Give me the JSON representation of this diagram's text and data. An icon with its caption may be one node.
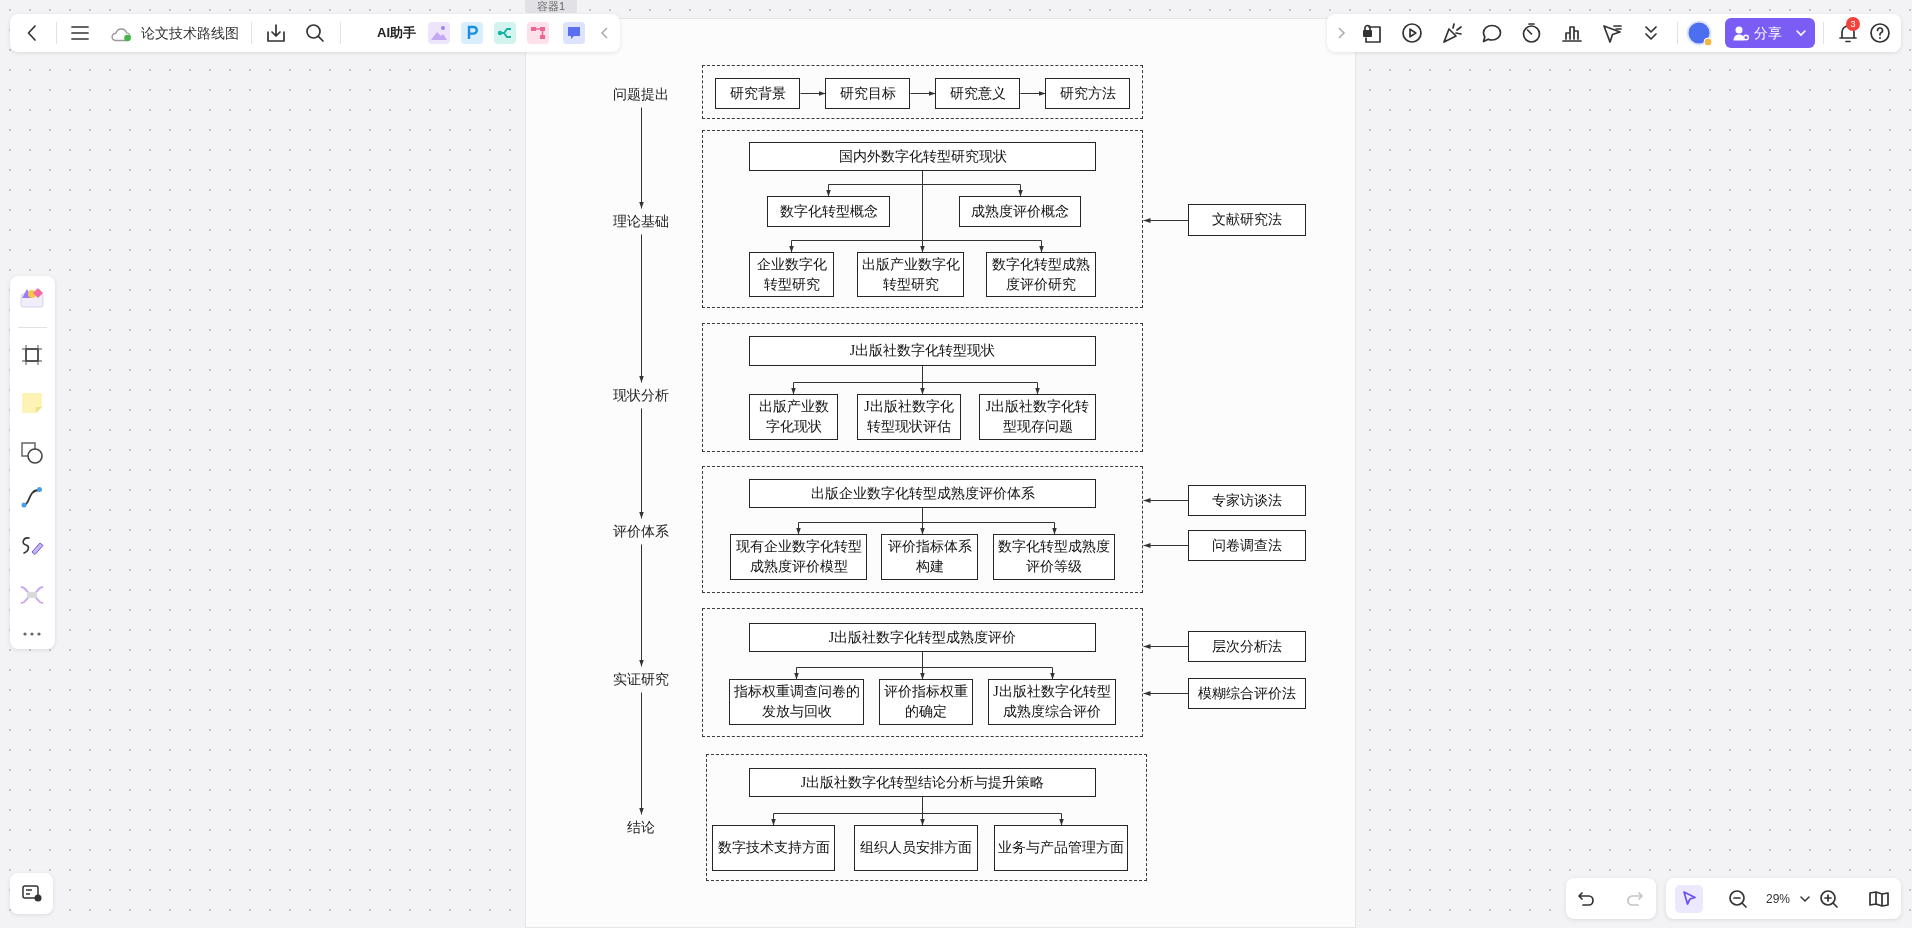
{
  "diagram": {
    "title": "论文技术路线图",
    "nodes": [
      {
        "text": [
          "问题提出"
        ]
      },
      {
        "text": [],
        "shape": "box"
      },
      {
        "text": [
          "研究背景"
        ],
        "in": 1
      },
      {
        "text": [
          "研究目标"
        ],
        "in": 1
      },
      {
        "text": [
          "研究意义"
        ],
        "in": 1
      },
      {
        "text": [
          "研究方法"
        ],
        "in": 1
      },
      {
        "text": [
          "理论基础"
        ]
      },
      {
        "text": [],
        "shape": "box"
      },
      {
        "text": [
          "国内外数字化转型研究现状"
        ],
        "in": 7
      },
      {
        "text": [
          "数字化转型概念"
        ],
        "in": 7
      },
      {
        "text": [
          "成熟度评价概念"
        ],
        "in": 7
      },
      {
        "text": [
          "企业数字化转型研究"
        ],
        "in": 7
      },
      {
        "text": [
          "出版产业数字化转型研究"
        ],
        "in": 7
      },
      {
        "text": [
          "数字化转型成熟度评价研究"
        ],
        "in": 7
      },
      {
        "text": [
          "文献研究法"
        ]
      },
      {
        "text": [
          "现状分析"
        ]
      },
      {
        "text": [],
        "shape": "box"
      },
      {
        "text": [
          "J出版社数字化转型现状"
        ],
        "in": 16
      },
      {
        "text": [
          "出版产业数字化现状"
        ],
        "in": 16
      },
      {
        "text": [
          "J出版社数字化转型现状评估"
        ],
        "in": 16
      },
      {
        "text": [
          "J出版社数字化转型现存问题"
        ],
        "in": 16
      },
      {
        "text": [
          "评价体系"
        ]
      },
      {
        "text": [],
        "shape": "box"
      },
      {
        "text": [
          "出版企业数字化转型成熟度评价体系"
        ],
        "in": 22
      },
      {
        "text": [
          "现有企业数字化转型成熟度评价模型"
        ],
        "in": 22
      },
      {
        "text": [
          "评价指标体系构建"
        ],
        "in": 22
      },
      {
        "text": [
          "数字化转型成熟度评价等级"
        ],
        "in": 22
      },
      {
        "text": [
          "专家访谈法"
        ]
      },
      {
        "text": [
          "问卷调查法"
        ]
      },
      {
        "text": [
          "实证研究"
        ]
      },
      {
        "text": [],
        "shape": "box"
      },
      {
        "text": [
          "J出版社数字化转型成熟度评价"
        ],
        "in": 30
      },
      {
        "text": [
          "指标权重调查问卷的发放与回收"
        ],
        "in": 30
      },
      {
        "text": [
          "评价指标权重的确定"
        ],
        "in": 30
      },
      {
        "text": [
          "J出版社数字化转型成熟度综合评价"
        ],
        "in": 30
      },
      {
        "text": [
          "层次分析法"
        ]
      },
      {
        "text": [
          "模糊综合评价法"
        ]
      },
      {
        "text": [
          "结论"
        ]
      },
      {
        "text": [],
        "shape": "box"
      },
      {
        "text": [
          "J出版社数字化转型结论分析与提升策略"
        ],
        "in": 38
      },
      {
        "text": [
          "数字技术支持方面"
        ],
        "in": 38
      },
      {
        "text": [
          "组织人员安排方面"
        ],
        "in": 38
      },
      {
        "text": [
          "业务与产品管理方面"
        ],
        "in": 38
      }
    ],
    "edges": [
      {
        "from": 0,
        "to": 6,
        "arrow": "to"
      },
      {
        "from": 2,
        "to": 3,
        "arrow": "to"
      },
      {
        "from": 3,
        "to": 4,
        "arrow": "to"
      },
      {
        "from": 4,
        "to": 5,
        "arrow": "to"
      },
      {
        "from": 6,
        "to": 15,
        "arrow": "to"
      },
      {
        "from": 8,
        "to": 9,
        "arrow": "to"
      },
      {
        "from": 8,
        "to": 10,
        "arrow": "to"
      },
      {
        "from": 8,
        "to": 11,
        "arrow": "to"
      },
      {
        "from": 8,
        "to": 12,
        "arrow": "to"
      },
      {
        "from": 8,
        "to": 13,
        "arrow": "to"
      },
      {
        "from": 14,
        "to": 7,
        "arrow": "to"
      },
      {
        "from": 15,
        "to": 21,
        "arrow": "to"
      },
      {
        "from": 17,
        "to": 18,
        "arrow": "to"
      },
      {
        "from": 17,
        "to": 19,
        "arrow": "to"
      },
      {
        "from": 17,
        "to": 20,
        "arrow": "to"
      },
      {
        "from": 21,
        "to": 29,
        "arrow": "to"
      },
      {
        "from": 23,
        "to": 24,
        "arrow": "to"
      },
      {
        "from": 23,
        "to": 25,
        "arrow": "to"
      },
      {
        "from": 23,
        "to": 26,
        "arrow": "to"
      },
      {
        "from": 27,
        "to": 22,
        "arrow": "to"
      },
      {
        "from": 28,
        "to": 22,
        "arrow": "to"
      },
      {
        "from": 29,
        "to": 37,
        "arrow": "to"
      },
      {
        "from": 31,
        "to": 32,
        "arrow": "to"
      },
      {
        "from": 31,
        "to": 33,
        "arrow": "to"
      },
      {
        "from": 31,
        "to": 34,
        "arrow": "to"
      },
      {
        "from": 35,
        "to": 30,
        "arrow": "to"
      },
      {
        "from": 36,
        "to": 30,
        "arrow": "to"
      },
      {
        "from": 39,
        "to": 40,
        "arrow": "to"
      },
      {
        "from": 39,
        "to": 41,
        "arrow": "to"
      },
      {
        "from": 39,
        "to": 42,
        "arrow": "to"
      }
    ],
    "labels": [
      "容器1",
      "AI助手",
      "分享",
      "3",
      "29%"
    ]
  }
}
